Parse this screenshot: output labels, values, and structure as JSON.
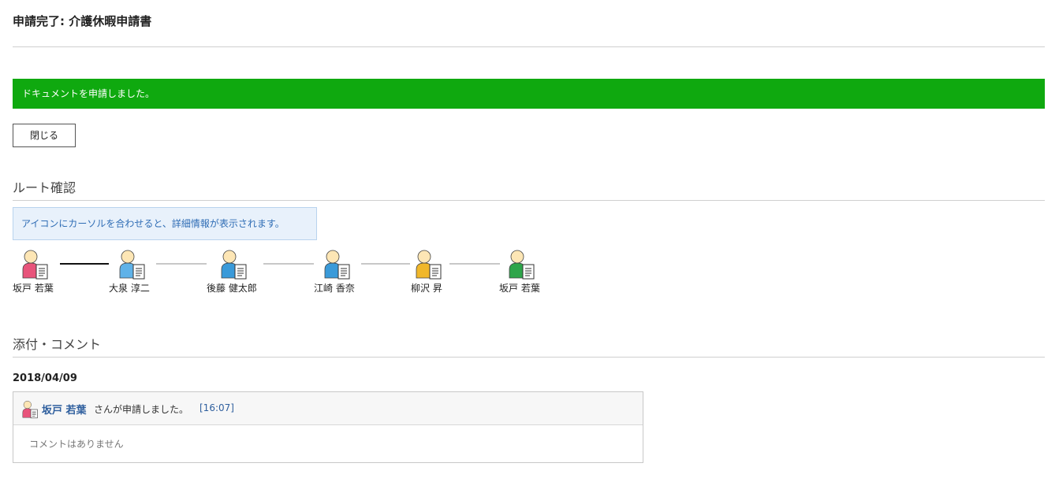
{
  "page": {
    "title": "申請完了: 介護休暇申請書"
  },
  "banner": {
    "message": "ドキュメントを申請しました。",
    "color": "#0fa90f"
  },
  "close_button": {
    "label": "閉じる"
  },
  "route": {
    "heading": "ルート確認",
    "hint": "アイコンにカーソルを合わせると、詳細情報が表示されます。",
    "steps": [
      {
        "name": "坂戸  若葉",
        "icon": "applicant-user-icon",
        "color": "#e8547b"
      },
      {
        "name": "大泉  淳二",
        "icon": "approver-user-icon",
        "color": "#5fb2e8"
      },
      {
        "name": "後藤  健太郎",
        "icon": "approver-user-icon",
        "color": "#3a9ad9"
      },
      {
        "name": "江崎  香奈",
        "icon": "approver-user-icon",
        "color": "#3a9ad9"
      },
      {
        "name": "柳沢  昇",
        "icon": "approver-user-icon",
        "color": "#f0b72a"
      },
      {
        "name": "坂戸  若葉",
        "icon": "final-user-icon",
        "color": "#2ea54a"
      }
    ]
  },
  "attachments": {
    "heading": "添付・コメント",
    "date": "2018/04/09",
    "entry": {
      "user": "坂戸  若葉",
      "action": "さんが申請しました。",
      "time": "[16:07]",
      "comment": "コメントはありません"
    }
  }
}
